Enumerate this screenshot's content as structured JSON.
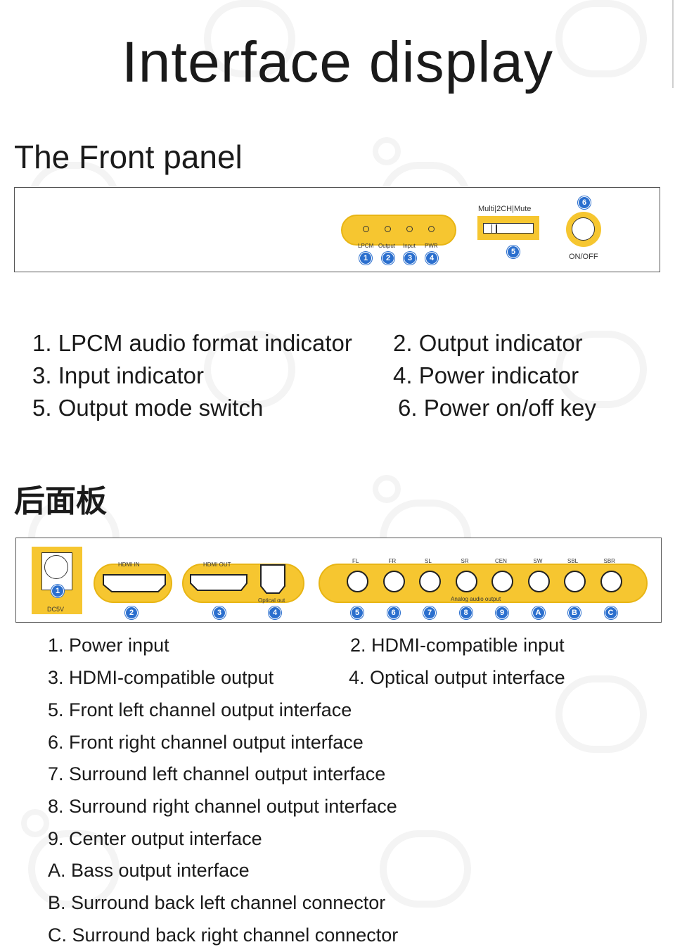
{
  "title": "Interface display",
  "front_panel": {
    "section_title": "The Front panel",
    "led_labels": [
      "LPCM",
      "Output",
      "Input",
      "PWR"
    ],
    "led_badges": [
      "1",
      "2",
      "3",
      "4"
    ],
    "switch_label": "Multi|2CH|Mute",
    "switch_badge": "5",
    "power_badge": "6",
    "power_label": "ON/OFF"
  },
  "front_legend": [
    "1. LPCM audio format indicator",
    "2. Output indicator",
    "3. Input indicator",
    "4. Power indicator",
    "5. Output mode switch",
    "6. Power on/off key"
  ],
  "rear_panel": {
    "section_title": "后面板",
    "power_badge": "1",
    "power_label": "DC5V",
    "hdmi_in_label": "HDMI IN",
    "hdmi_in_badge": "2",
    "hdmi_out_label": "HDMI OUT",
    "hdmi_out_badge": "3",
    "optical_label": "Optical out",
    "optical_badge": "4",
    "analog_label": "Analog audio output",
    "channels": [
      "FL",
      "FR",
      "SL",
      "SR",
      "CEN",
      "SW",
      "SBL",
      "SBR"
    ],
    "channel_badges": [
      "5",
      "6",
      "7",
      "8",
      "9",
      "A",
      "B",
      "C"
    ]
  },
  "rear_legend": [
    "1. Power input",
    "2. HDMI-compatible input",
    "3. HDMI-compatible output",
    "4. Optical output interface",
    "5. Front left channel output interface",
    "6. Front right channel output interface",
    "7. Surround left channel output interface",
    "8. Surround right channel output interface",
    "9. Center output interface",
    "A. Bass output interface",
    "B. Surround back left channel connector",
    "C. Surround back right channel connector"
  ],
  "colors": {
    "accent_yellow": "#f6c630",
    "badge_blue": "#2b6fce"
  }
}
